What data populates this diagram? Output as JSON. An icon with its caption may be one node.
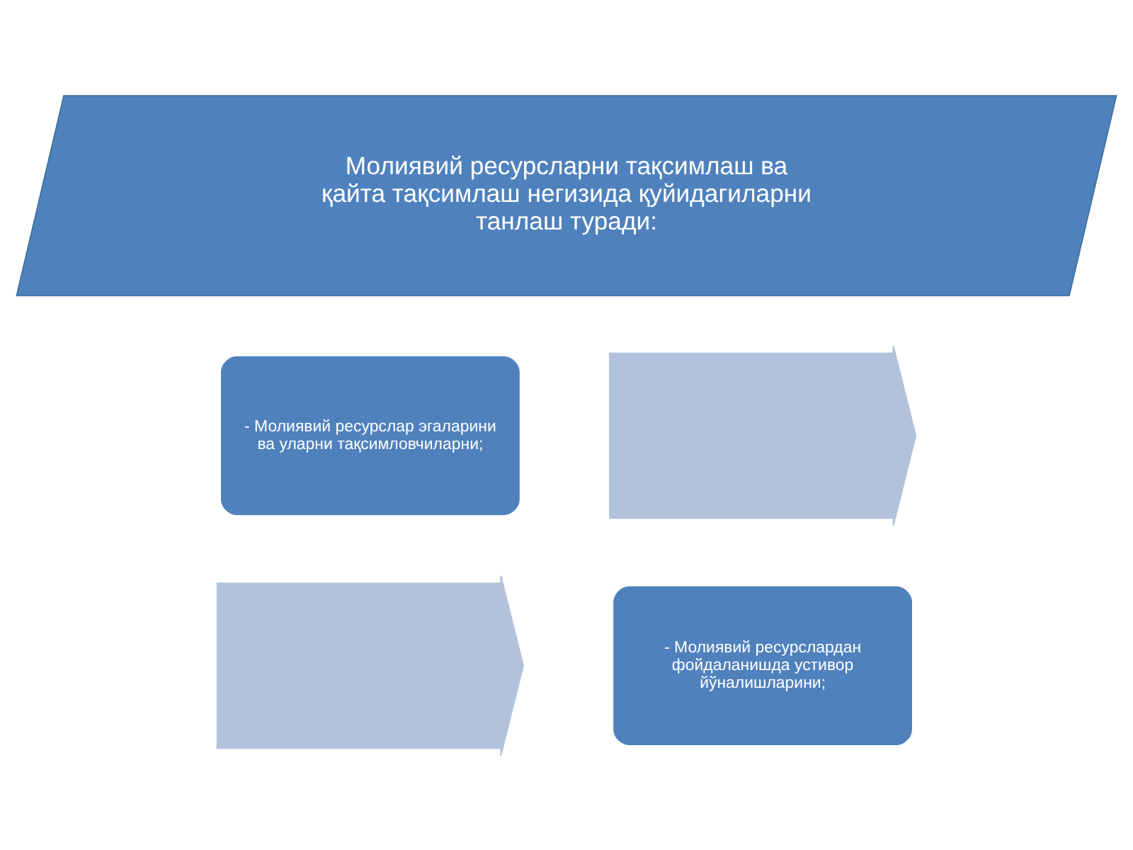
{
  "diagram": {
    "nodes": [
      {
        "text": [
          "Молиявий ресурсларни тақсимлаш ва қайта тақсимлаш негизида қуйидагиларни танлаш туради:"
        ]
      },
      {
        "text": [
          "- Молиявий ресурслар эгаларини ва уларни тақсимловчиларни;"
        ]
      },
      {
        "text": [],
        "shape": "arrow"
      },
      {
        "text": [],
        "shape": "arrow"
      },
      {
        "text": [
          "- Молиявий ресурслардан фойдаланишда устивор йўналишларини;"
        ]
      }
    ]
  }
}
